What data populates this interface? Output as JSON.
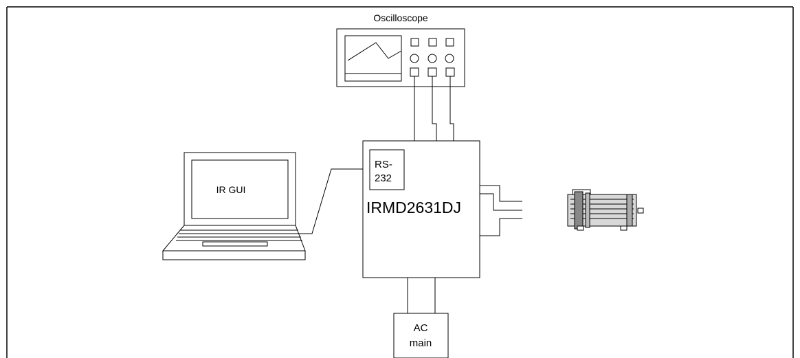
{
  "diagram": {
    "oscilloscope_label": "Oscilloscope",
    "laptop_screen_text": "IR GUI",
    "rs232_line1": "RS-",
    "rs232_line2": "232",
    "controller_label": "IRMD2631DJ",
    "ac_line1": "AC",
    "ac_line2": "main"
  },
  "icons": {
    "oscilloscope": "oscilloscope-icon",
    "laptop": "laptop-icon",
    "motor": "motor-icon"
  }
}
